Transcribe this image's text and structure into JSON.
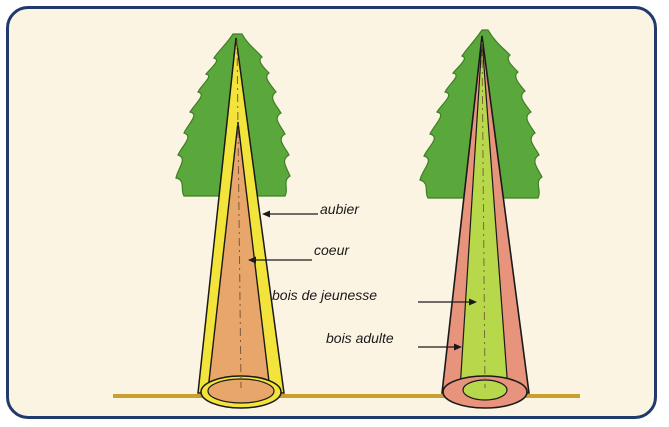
{
  "labels": {
    "aubier": "aubier",
    "coeur": "coeur",
    "bois_de_jeunesse": "bois de jeunesse",
    "bois_adulte": "bois adulte"
  },
  "colors": {
    "frame_border": "#1f3a6b",
    "background": "#fbf4e3",
    "foliage": "#5aa83b",
    "aubier_yellow": "#f2e43a",
    "coeur_orange": "#e8a66a",
    "juvenile_green": "#b6d84a",
    "adult_salmon": "#e8947c",
    "ground": "#c9a030"
  }
}
